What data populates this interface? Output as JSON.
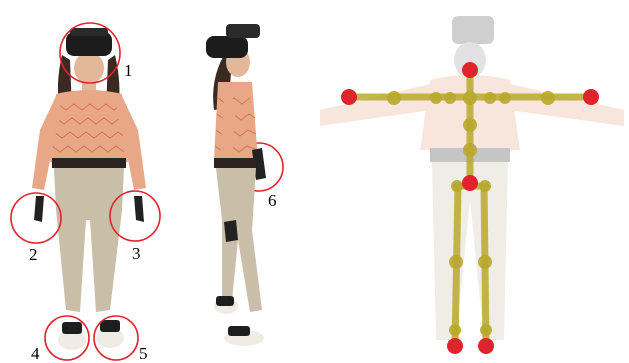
{
  "figure": {
    "markers": [
      "1",
      "2",
      "3",
      "4",
      "5",
      "6"
    ],
    "highlight_color": "#e0242c",
    "joint_color": "#e0242c",
    "bone_color": "#b9a92e",
    "panels": [
      "front-view-person-with-vr-trackers",
      "side-view-person-with-vr-trackers",
      "avatar-skeleton-overlay"
    ]
  }
}
